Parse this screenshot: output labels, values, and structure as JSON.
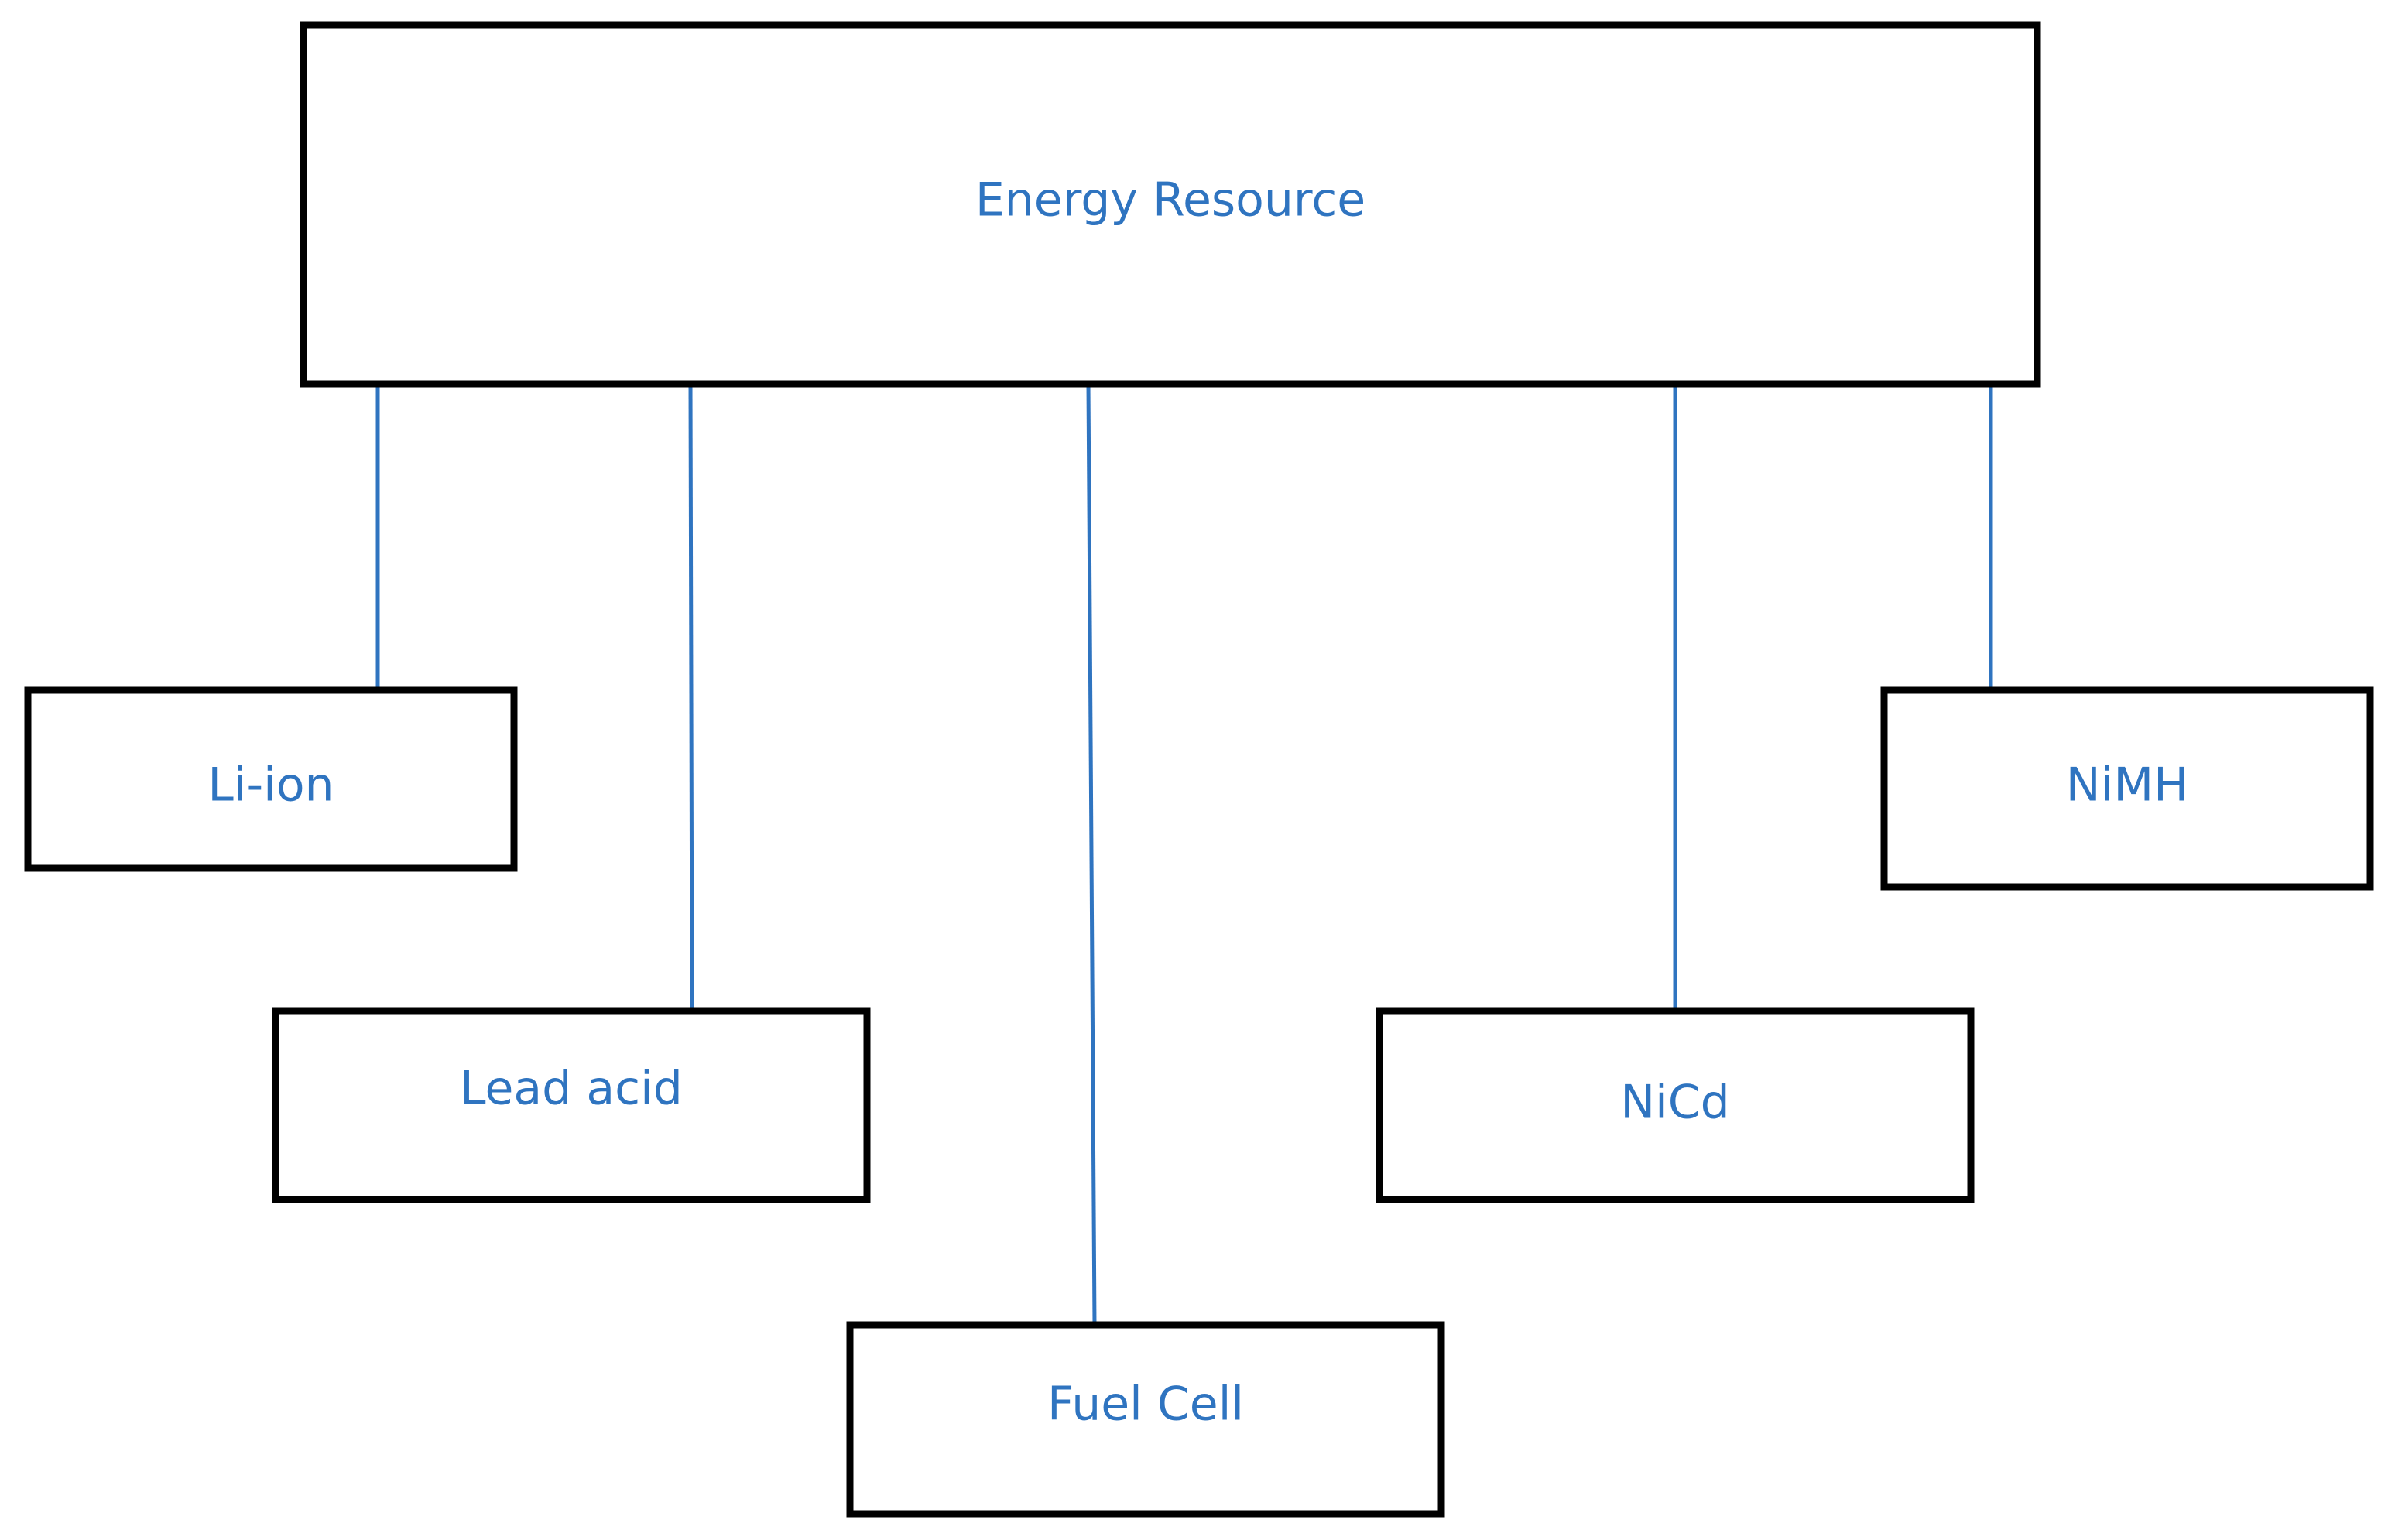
{
  "diagram": {
    "root": {
      "label": "Energy Resource"
    },
    "children": [
      {
        "label": "Li-ion"
      },
      {
        "label": "Lead acid"
      },
      {
        "label": "Fuel Cell"
      },
      {
        "label": "NiCd"
      },
      {
        "label": "NiMH"
      }
    ],
    "colors": {
      "box_border": "#000000",
      "connector": "#2f74c0",
      "label": "#2f74c0",
      "background": "#ffffff"
    }
  }
}
